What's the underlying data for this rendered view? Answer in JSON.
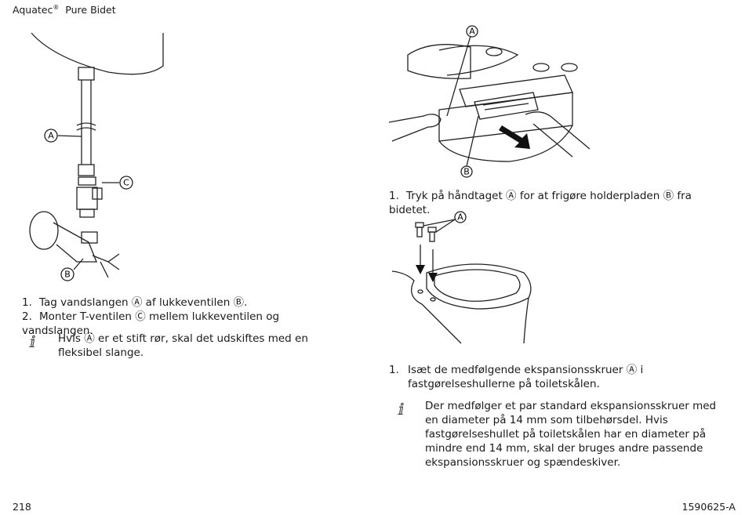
{
  "header": {
    "brand": "Aquatec",
    "reg_mark": "®",
    "product": "Pure Bidet"
  },
  "left": {
    "fig_labels": {
      "a": "A",
      "b": "B",
      "c": "C"
    },
    "steps": [
      {
        "num": "1.",
        "text": "Tag vandslangen Ⓐ af lukkeventilen Ⓑ."
      },
      {
        "num": "2.",
        "text": "Monter T-ventilen Ⓒ mellem lukkeventilen og vandslangen."
      }
    ],
    "note": "Hvis Ⓐ er et stift rør, skal det udskiftes med en fleksibel slange."
  },
  "right": {
    "fig1_labels": {
      "a": "A",
      "b": "B"
    },
    "step1": {
      "num": "1.",
      "text": "Tryk på håndtaget Ⓐ for at frigøre holderpladen Ⓑ fra bidetet."
    },
    "fig2_labels": {
      "a": "A"
    },
    "step2": {
      "num": "1.",
      "text": "Isæt de medfølgende ekspansionsskruer Ⓐ i fastgørelseshullerne på toiletskålen."
    },
    "note": "Der medfølger et par standard ekspansionsskruer med en diameter på 14 mm som tilbehørsdel.  Hvis fastgørelseshullet på toiletskålen har en diameter på mindre end 14 mm, skal der bruges andre passende ekspansionsskruer og spændeskiver."
  },
  "footer": {
    "page_number": "218",
    "doc_code": "1590625-A"
  },
  "icons": {
    "note_icon": "info-icon"
  }
}
